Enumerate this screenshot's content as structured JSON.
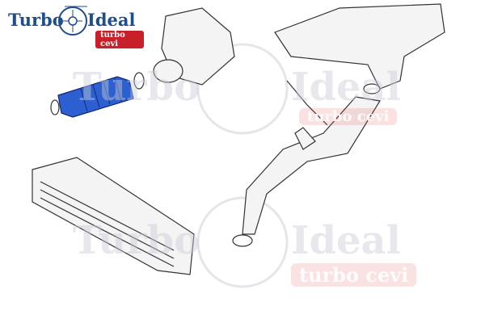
{
  "logo": {
    "brand_left": "Turbo",
    "brand_right": "Ideal",
    "tagline": "turbo cevi"
  },
  "watermark": {
    "left": "Turbo",
    "right": "Ideal",
    "tagline": "turbo cevi"
  },
  "colors": {
    "highlight": "#2e5fd0",
    "brand_blue": "#1f4e8c",
    "brand_red": "#c8202a"
  }
}
